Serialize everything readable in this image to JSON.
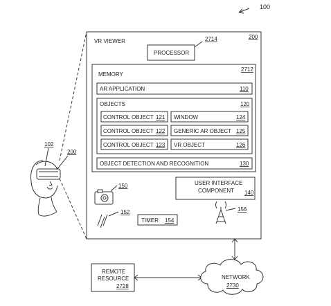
{
  "figure_ref": "100",
  "vr_viewer": {
    "label": "VR VIEWER",
    "ref": "200"
  },
  "processor": {
    "label": "PROCESSOR",
    "ref": "2714"
  },
  "memory": {
    "label": "MEMORY",
    "ref": "2712"
  },
  "ar_application": {
    "label": "AR APPLICATION",
    "ref": "110"
  },
  "objects": {
    "label": "OBJECTS",
    "ref": "120",
    "items": [
      {
        "label": "CONTROL OBJECT",
        "ref": "121"
      },
      {
        "label": "WINDOW",
        "ref": "124"
      },
      {
        "label": "CONTROL OBJECT",
        "ref": "122"
      },
      {
        "label": "GENERIC AR OBJECT",
        "ref": "125"
      },
      {
        "label": "CONTROL OBJECT",
        "ref": "123"
      },
      {
        "label": "VR OBJECT",
        "ref": "126"
      }
    ]
  },
  "object_detection": {
    "label": "OBJECT DETECTION AND RECOGNITION",
    "ref": "130"
  },
  "ui_component": {
    "line1": "USER INTERFACE",
    "line2": "COMPONENT",
    "ref": "140"
  },
  "camera": {
    "ref": "150",
    "icon": "camera-icon"
  },
  "sensor": {
    "ref": "152",
    "icon": "sensor-icon"
  },
  "timer": {
    "label": "TIMER",
    "ref": "154"
  },
  "antenna": {
    "ref": "156",
    "icon": "antenna-icon"
  },
  "remote_resource": {
    "line1": "REMOTE",
    "line2": "RESOURCE",
    "ref": "2728"
  },
  "network": {
    "label": "NETWORK",
    "ref": "2730"
  },
  "user": {
    "ref": "102",
    "headset_ref": "200",
    "icon": "user-with-headset-icon"
  }
}
